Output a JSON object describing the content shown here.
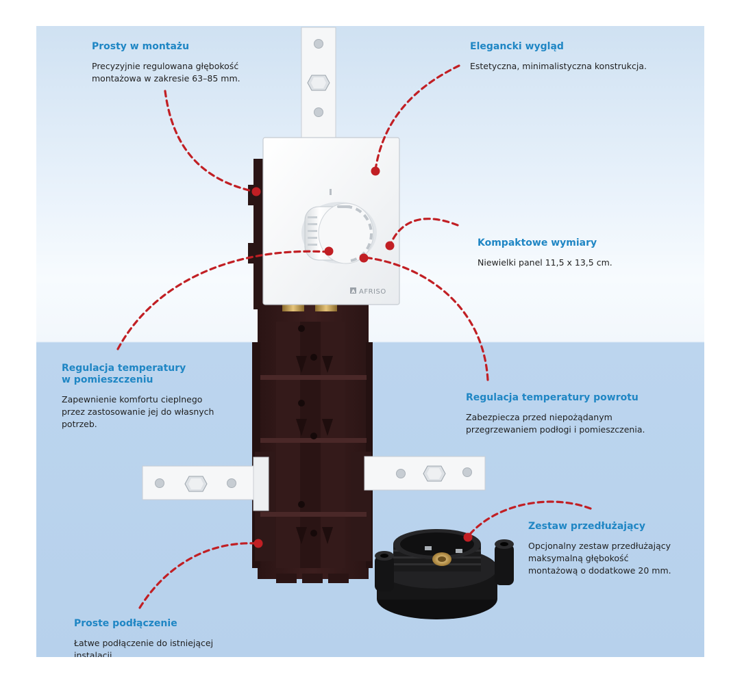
{
  "brand": {
    "logo_text": "AFRISO",
    "accent_color": "#1f86c4",
    "marker_color": "#c11f24"
  },
  "callouts": {
    "mounting": {
      "heading": "Prosty w montażu",
      "description": "Precyzyjnie regulowana głębokość\nmontażowa w zakresie 63–85 mm."
    },
    "appearance": {
      "heading": "Elegancki wygląd",
      "description": "Estetyczna, minimalistyczna konstrukcja."
    },
    "dimensions": {
      "heading": "Kompaktowe wymiary",
      "description": "Niewielki panel 11,5 x 13,5 cm."
    },
    "room_temperature": {
      "heading": "Regulacja temperatury\nw pomieszczeniu",
      "description": "Zapewnienie komfortu cieplnego\nprzez zastosowanie jej do własnych\npotrzeb."
    },
    "return_temperature": {
      "heading": "Regulacja temperatury powrotu",
      "description": "Zabezpiecza przed niepożądanym\nprzegrzewaniem podłogi i pomieszczenia."
    },
    "extension_kit": {
      "heading": "Zestaw przedłużający",
      "description": "Opcjonalny zestaw przedłużający\nmaksymalną głębokość\nmontażową o dodatkowe 20 mm."
    },
    "connection": {
      "heading": "Proste podłączenie",
      "description": "Łatwe podłączenie do istniejącej\ninstalacji."
    }
  }
}
